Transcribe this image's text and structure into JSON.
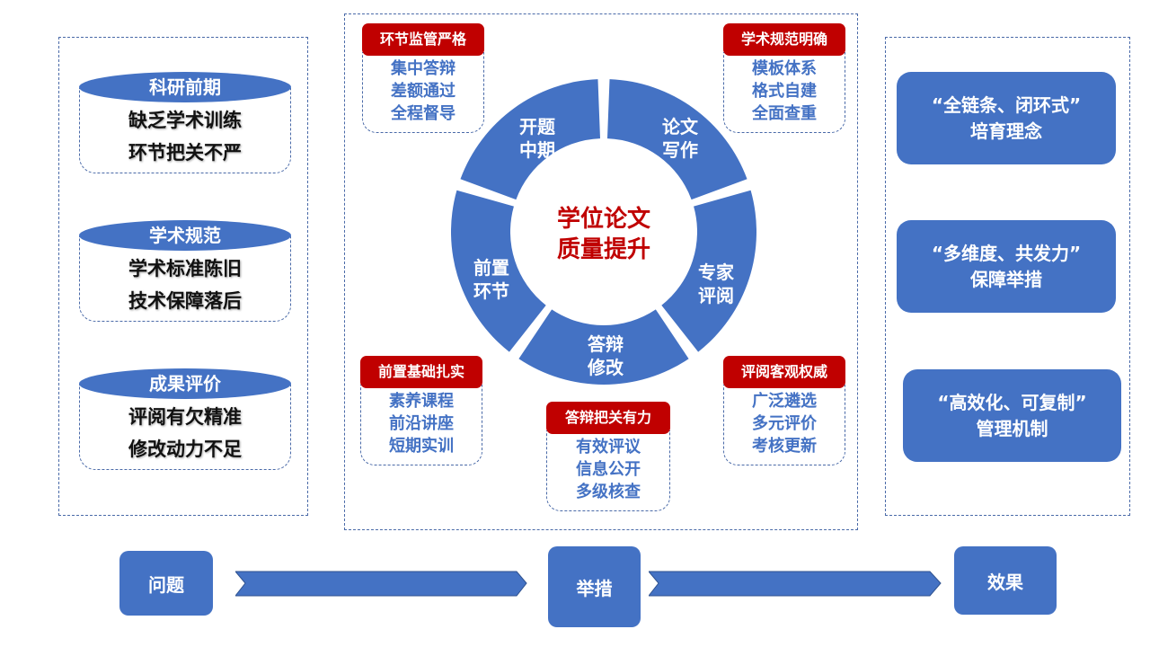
{
  "colors": {
    "primary_blue": "#4472c4",
    "accent_red": "#c00000",
    "center_title_red": "#c00000",
    "border_dashed": "#4a6aa8",
    "problem_text": "#111111"
  },
  "problems": [
    {
      "title": "科研前期",
      "lines": [
        "缺乏学术训练",
        "环节把关不严"
      ]
    },
    {
      "title": "学术规范",
      "lines": [
        "学术标准陈旧",
        "技术保障落后"
      ]
    },
    {
      "title": "成果评价",
      "lines": [
        "评阅有欠精准",
        "修改动力不足"
      ]
    }
  ],
  "ring": {
    "center_title": [
      "学位论文",
      "质量提升"
    ],
    "segments": [
      {
        "lines": [
          "开题",
          "中期"
        ]
      },
      {
        "lines": [
          "论文",
          "写作"
        ]
      },
      {
        "lines": [
          "专家",
          "评阅"
        ]
      },
      {
        "lines": [
          "答辩",
          "修改"
        ]
      },
      {
        "lines": [
          "前置",
          "环节"
        ]
      }
    ]
  },
  "measures": [
    {
      "title": "环节监管严格",
      "lines": [
        "集中答辩",
        "差额通过",
        "全程督导"
      ]
    },
    {
      "title": "学术规范明确",
      "lines": [
        "模板体系",
        "格式自建",
        "全面查重"
      ]
    },
    {
      "title": "前置基础扎实",
      "lines": [
        "素养课程",
        "前沿讲座",
        "短期实训"
      ]
    },
    {
      "title": "答辩把关有力",
      "lines": [
        "有效评议",
        "信息公开",
        "多级核查"
      ]
    },
    {
      "title": "评阅客观权威",
      "lines": [
        "广泛遴选",
        "多元评价",
        "考核更新"
      ]
    }
  ],
  "effects": [
    {
      "lines": [
        "“全链条、闭环式”",
        "培育理念"
      ]
    },
    {
      "lines": [
        "“多维度、共发力”",
        "保障举措"
      ]
    },
    {
      "lines": [
        "“高效化、可复制”",
        "管理机制"
      ]
    }
  ],
  "flow": {
    "steps": [
      "问题",
      "举措",
      "效果"
    ]
  }
}
